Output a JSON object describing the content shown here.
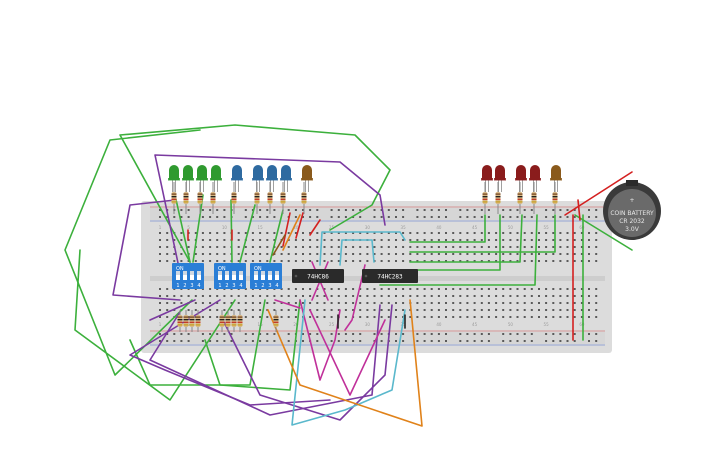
{
  "chips": {
    "chip1": {
      "label": "74HC86"
    },
    "chip2": {
      "label": "74HC283"
    }
  },
  "dip_switches": {
    "on_label": "ON",
    "positions": [
      "1",
      "2",
      "3",
      "4"
    ]
  },
  "battery": {
    "line1": "COIN BATTERY",
    "line2": "CR 2032",
    "line3": "3.0V"
  },
  "breadboard": {
    "columns": [
      "1",
      "5",
      "10",
      "15",
      "20",
      "25",
      "30",
      "35",
      "40",
      "45",
      "50",
      "55",
      "60"
    ]
  },
  "colors": {
    "wire_green": "#3cb03c",
    "wire_purple": "#7a3aa0",
    "wire_magenta": "#c0309a",
    "wire_cyan": "#5ab8cc",
    "wire_orange": "#e0821a",
    "wire_red": "#d42020",
    "led_green": "#2f9a2f",
    "led_blue": "#2e6aa0",
    "led_red": "#8a1c1c",
    "led_brown": "#8a5a1c",
    "switch_blue": "#2a7ed6",
    "chip_body": "#2a2a2a",
    "breadboard": "#dcdcdc",
    "battery": "#5a5a5a"
  }
}
